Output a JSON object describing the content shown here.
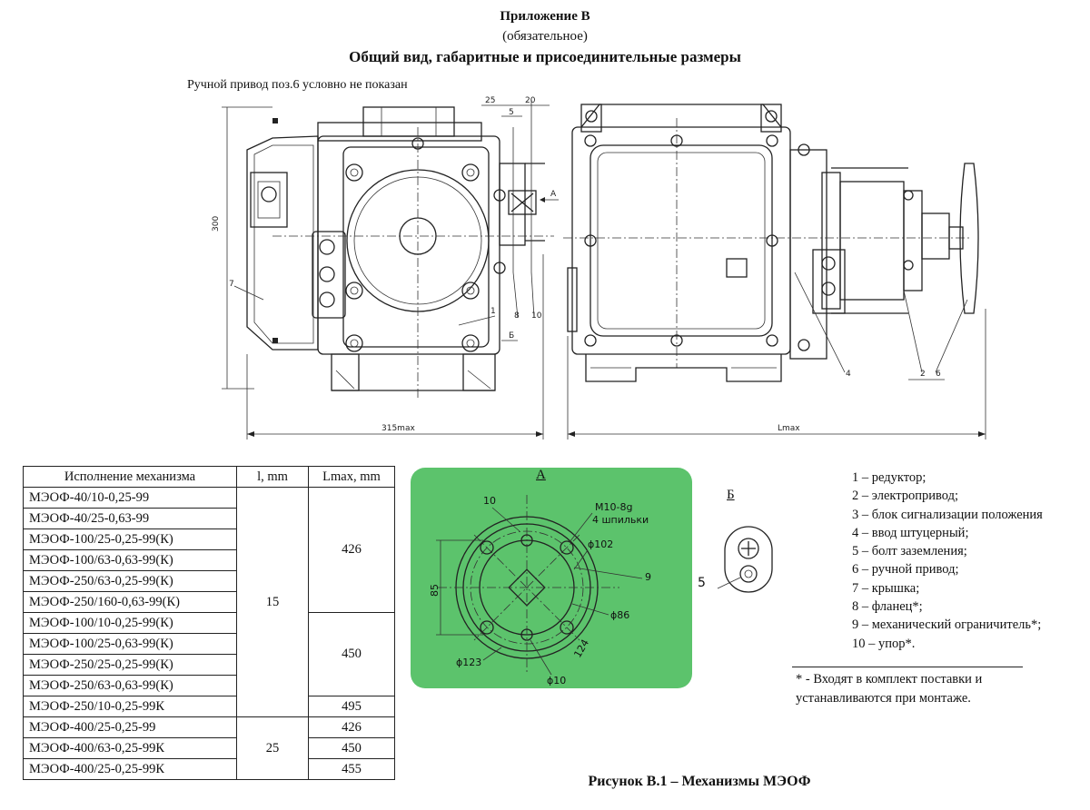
{
  "header": {
    "appendix": "Приложение В",
    "mandatory": "(обязательное)",
    "title": "Общий вид, габаритные и присоединительные размеры"
  },
  "note": "Ручной привод поз.6 условно не показан",
  "drawing": {
    "dims": {
      "d25": "25",
      "d20": "20",
      "d5": "5",
      "d300": "300",
      "d315": "315max",
      "lmax": "Lmax",
      "arrowA": "A",
      "arrowB": "Б"
    },
    "callouts": {
      "c1": "1",
      "c7": "7",
      "c8": "8",
      "c10": "10",
      "c4": "4",
      "c2": "2",
      "c6": "6"
    },
    "view_a": {
      "label": "А",
      "thread": "M10-8g",
      "studs": "4 шпильки",
      "d102": "ϕ102",
      "d86": "ϕ86",
      "d123": "ϕ123",
      "d10": "ϕ10",
      "h85": "85",
      "s124": "124",
      "c10": "10",
      "c9": "9"
    },
    "view_b": {
      "label": "Б",
      "c5": "5"
    }
  },
  "table": {
    "headers": [
      "Исполнение механизма",
      "l, mm",
      "Lmax, mm"
    ],
    "rows": [
      "МЭОФ-40/10-0,25-99",
      "МЭОФ-40/25-0,63-99",
      "МЭОФ-100/25-0,25-99(К)",
      "МЭОФ-100/63-0,63-99(К)",
      "МЭОФ-250/63-0,25-99(К)",
      "МЭОФ-250/160-0,63-99(К)",
      "МЭОФ-100/10-0,25-99(К)",
      "МЭОФ-100/25-0,63-99(К)",
      "МЭОФ-250/25-0,25-99(К)",
      "МЭОФ-250/63-0,63-99(К)",
      "МЭОФ-250/10-0,25-99К",
      "МЭОФ-400/25-0,25-99",
      "МЭОФ-400/63-0,25-99К",
      "МЭОФ-400/25-0,25-99К"
    ],
    "l_groups": [
      "15",
      "25"
    ],
    "lmax_groups": [
      "426",
      "450",
      "495",
      "426",
      "450",
      "455"
    ]
  },
  "legend": [
    "1 – редуктор;",
    "2 – электропривод;",
    "3 – блок сигнализации положения",
    "4 – ввод штуцерный;",
    "5 – болт заземления;",
    "6 – ручной привод;",
    "7 – крышка;",
    "8 – фланец*;",
    "9 – механический ограничитель*;",
    "10 – упор*."
  ],
  "footnote": [
    "* - Входят в комплект поставки и",
    "устанавливаются при монтаже."
  ],
  "caption": "Рисунок В.1 – Механизмы МЭОФ",
  "colors": {
    "highlight_green": "#5cc36c"
  }
}
